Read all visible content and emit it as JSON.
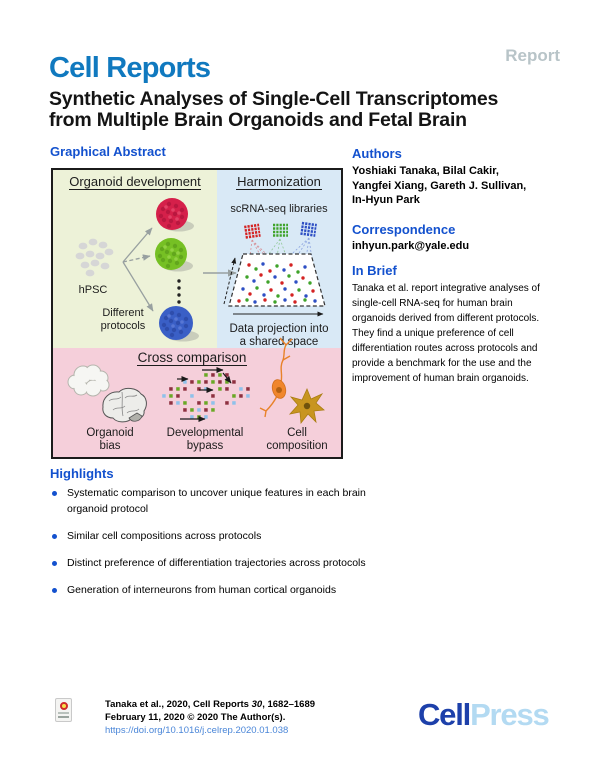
{
  "header": {
    "journal": "Cell Reports",
    "article_type": "Report",
    "title_line1": "Synthetic Analyses of Single-Cell Transcriptomes",
    "title_line2": "from Multiple Brain Organoids and Fetal Brain"
  },
  "graphical_abstract": {
    "heading": "Graphical Abstract"
  },
  "figure": {
    "panel_organoid_title": "Organoid development",
    "panel_harmonization_title": "Harmonization",
    "panel_cross_title": "Cross comparison",
    "hpsc_label": "hPSC",
    "different_protocols_line1": "Different",
    "different_protocols_line2": "protocols",
    "scrna_label": "scRNA-seq libraries",
    "projection_line1": "Data projection into",
    "projection_line2": "a shared space",
    "organoid_bias_line1": "Organoid",
    "organoid_bias_line2": "bias",
    "bypass_line1": "Developmental",
    "bypass_line2": "bypass",
    "composition_line1": "Cell",
    "composition_line2": "composition"
  },
  "authors": {
    "heading": "Authors",
    "line1": "Yoshiaki Tanaka, Bilal Cakir,",
    "line2": "Yangfei Xiang, Gareth J. Sullivan,",
    "line3": "In-Hyun Park"
  },
  "correspondence": {
    "heading": "Correspondence",
    "email": "inhyun.park@yale.edu"
  },
  "in_brief": {
    "heading": "In Brief",
    "text": "Tanaka et al. report integrative analyses of single-cell RNA-seq for human brain organoids derived from different protocols. They find a unique preference of cell differentiation routes across protocols and provide a benchmark for the use and the improvement of human brain organoids."
  },
  "highlights": {
    "heading": "Highlights",
    "items": [
      "Systematic comparison to uncover unique features in each brain organoid protocol",
      "Similar cell compositions across protocols",
      "Distinct preference of differentiation trajectories across protocols",
      "Generation of interneurons from human cortical organoids"
    ]
  },
  "footer": {
    "citation_prefix": "Tanaka et al., 2020, Cell Reports ",
    "citation_volume": "30",
    "citation_suffix": ", 1682–1689",
    "citation_line2": "February 11, 2020 © 2020 The Author(s).",
    "doi": "https://doi.org/10.1016/j.celrep.2020.01.038",
    "publisher_dark": "Cell",
    "publisher_light": "Press"
  },
  "colors": {
    "heading_blue": "#1351ce",
    "journal_blue": "#1079bf",
    "report_gray": "#b8c4c8",
    "doi_link_blue": "#4a86d8",
    "panel_organoid_bg": "#edf2d8",
    "panel_harmonization_bg": "#d9e9f6",
    "panel_cross_bg": "#f5cfda",
    "organoid_red": "#d5204a",
    "organoid_green": "#76c024",
    "organoid_blue": "#3a5fc6",
    "cellpress_dark": "#1d40aa",
    "cellpress_light": "#b3daf2"
  }
}
